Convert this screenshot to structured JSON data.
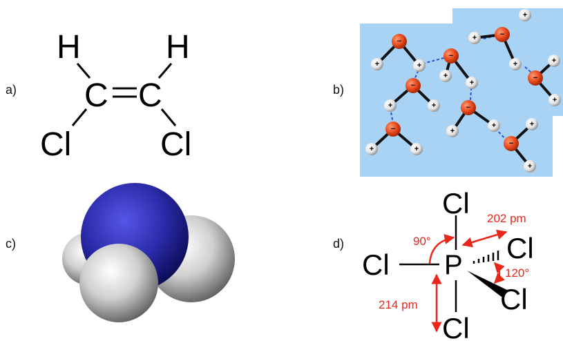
{
  "panels": {
    "a": {
      "label": "a)",
      "atoms": {
        "h_left": "H",
        "h_right": "H",
        "c_left": "C",
        "c_right": "C",
        "cl_left": "Cl",
        "cl_right": "Cl"
      }
    },
    "b": {
      "label": "b)",
      "background": "#a9d3f5",
      "oxygen_sign": "−",
      "hydrogen_sign": "+"
    },
    "c": {
      "label": "c)",
      "nitrogen_color": "#2a2aa8",
      "hydrogen_color": "#d8d8d8"
    },
    "d": {
      "label": "d)",
      "atoms": {
        "p": "P",
        "cl_top": "Cl",
        "cl_left": "Cl",
        "cl_right": "Cl",
        "cl_lower_right": "Cl",
        "cl_bottom": "Cl"
      },
      "annotations": {
        "angle_90": "90°",
        "angle_120": "120°",
        "bond_202": "202 pm",
        "bond_214": "214 pm"
      },
      "annotation_color": "#e8261a"
    }
  }
}
